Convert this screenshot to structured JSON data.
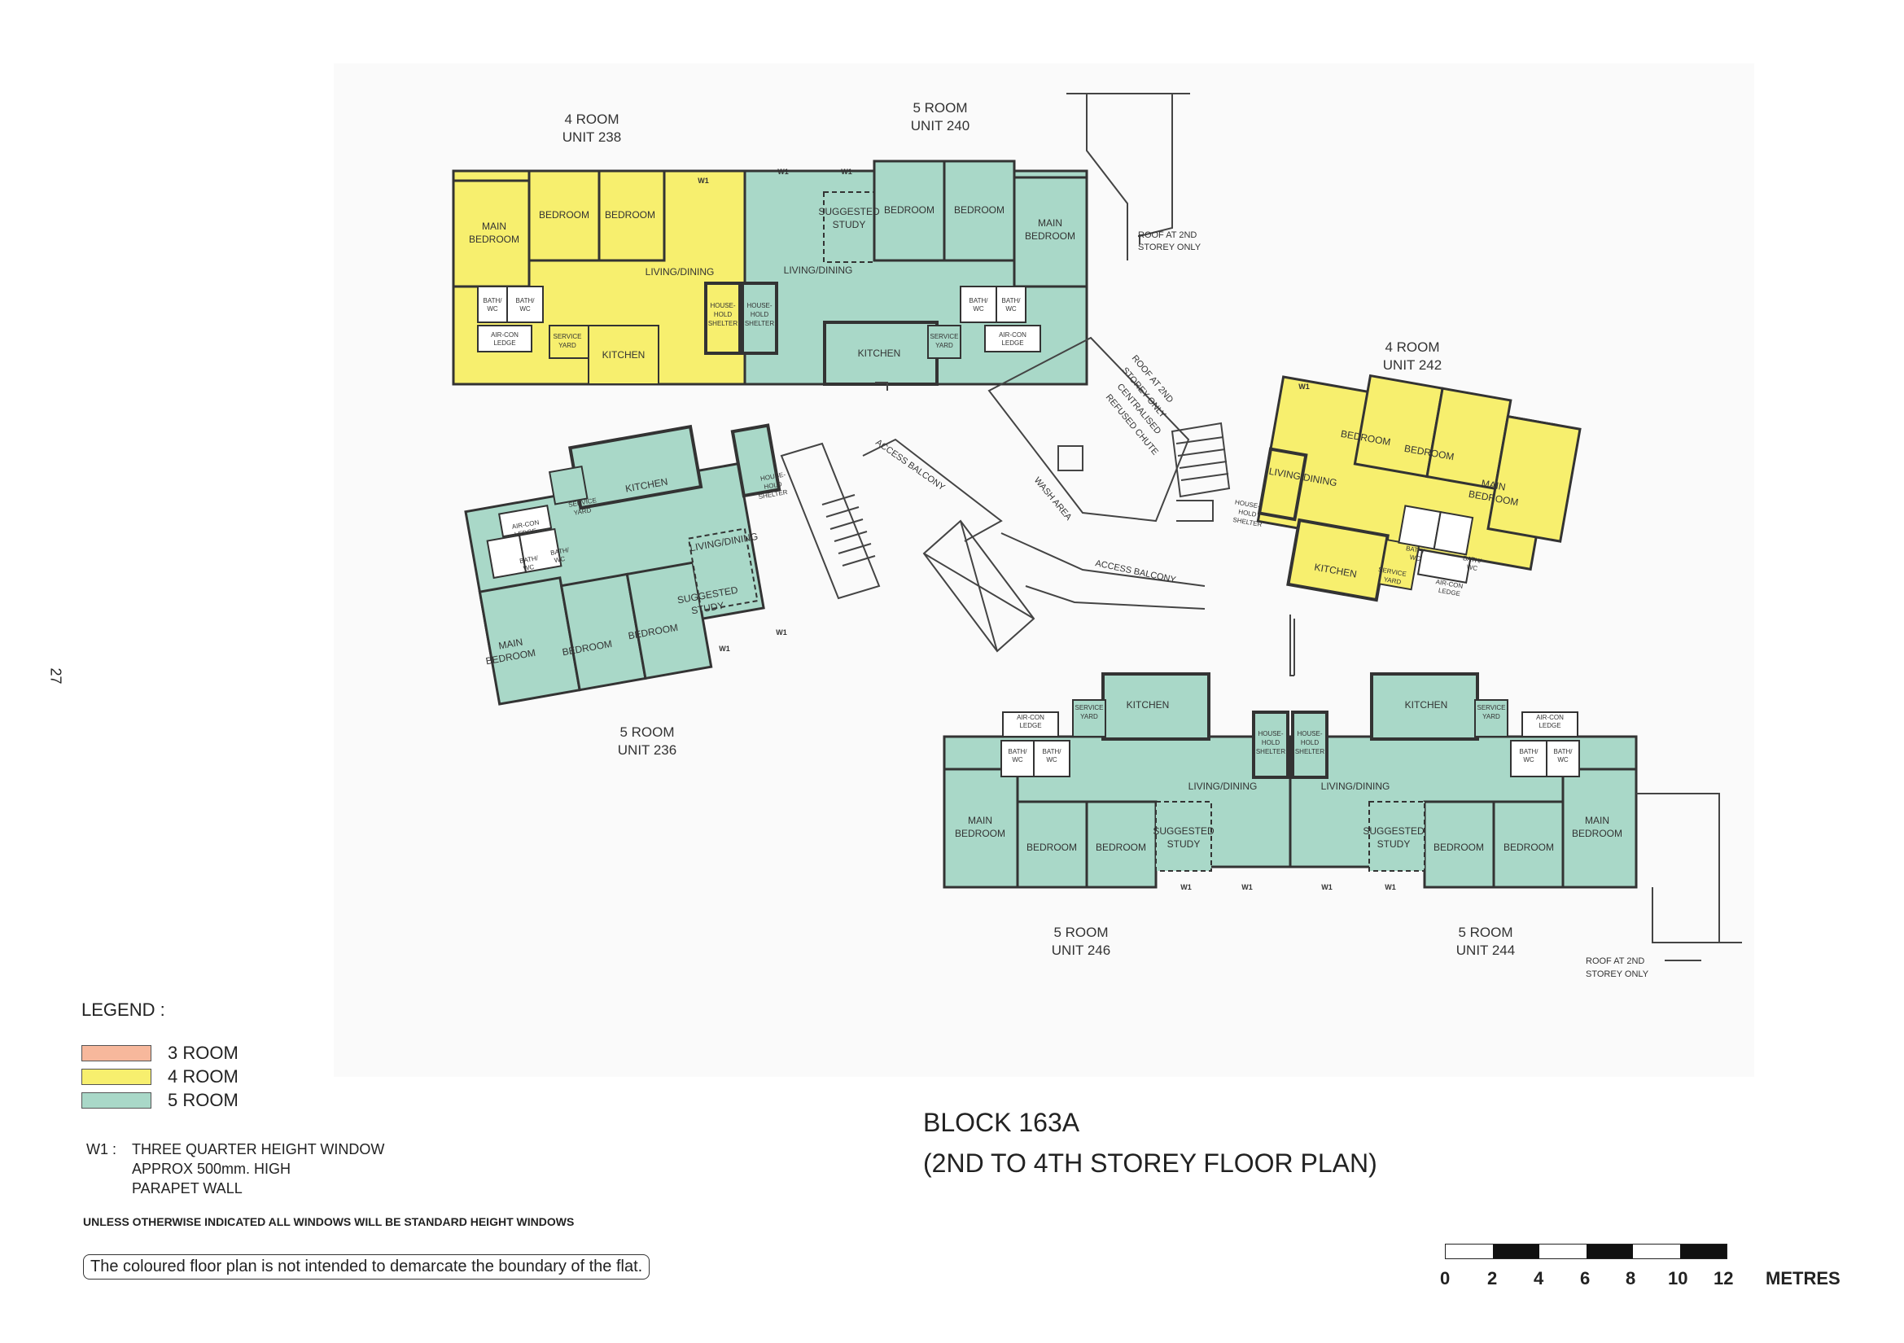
{
  "page_number": "27",
  "colors": {
    "three_room": "#f7b89c",
    "four_room": "#f7ef6e",
    "five_room": "#a9d8c8",
    "wall": "#333333"
  },
  "units": {
    "u238": {
      "type": "4 ROOM",
      "unit": "UNIT 238"
    },
    "u240": {
      "type": "5 ROOM",
      "unit": "UNIT 240"
    },
    "u242": {
      "type": "4 ROOM",
      "unit": "UNIT 242"
    },
    "u236": {
      "type": "5 ROOM",
      "unit": "UNIT 236"
    },
    "u246": {
      "type": "5 ROOM",
      "unit": "UNIT 246"
    },
    "u244": {
      "type": "5 ROOM",
      "unit": "UNIT 244"
    }
  },
  "rooms": {
    "main_bedroom": [
      "MAIN",
      "BEDROOM"
    ],
    "bedroom": "BEDROOM",
    "living_dining": "LIVING/DINING",
    "kitchen": "KITCHEN",
    "suggested_study": [
      "SUGGESTED",
      "STUDY"
    ],
    "bath_wc": [
      "BATH/",
      "WC"
    ],
    "service_yard": [
      "SERVICE",
      "YARD"
    ],
    "aircon_ledge": [
      "AIR-CON",
      "LEDGE"
    ],
    "household_shelter": [
      "HOUSE-",
      "HOLD",
      "SHELTER"
    ]
  },
  "window_tag": "W1",
  "notes": {
    "roof_2nd": [
      "ROOF AT 2ND",
      "STOREY ONLY"
    ],
    "refuse_chute": [
      "CENTRALISED",
      "REFUSED CHUTE"
    ],
    "access_balcony": "ACCESS BALCONY",
    "wash_area": "WASH AREA"
  },
  "legend": {
    "title": "LEGEND :",
    "items": [
      {
        "label": "3 ROOM",
        "color": "#f7b89c"
      },
      {
        "label": "4 ROOM",
        "color": "#f7ef6e"
      },
      {
        "label": "5 ROOM",
        "color": "#a9d8c8"
      }
    ],
    "w1_key": "W1 :",
    "w1_lines": [
      "THREE QUARTER HEIGHT WINDOW",
      "APPROX 500mm. HIGH",
      "PARAPET WALL"
    ]
  },
  "unless_note": "UNLESS OTHERWISE INDICATED ALL WINDOWS WILL BE STANDARD HEIGHT WINDOWS",
  "disclaimer": "The coloured floor plan is not intended to demarcate the boundary of the flat.",
  "block_title": [
    "BLOCK 163A",
    "(2ND TO 4TH STOREY FLOOR PLAN)"
  ],
  "scale": {
    "labels": [
      "0",
      "2",
      "4",
      "6",
      "8",
      "10",
      "12"
    ],
    "unit": "METRES"
  }
}
